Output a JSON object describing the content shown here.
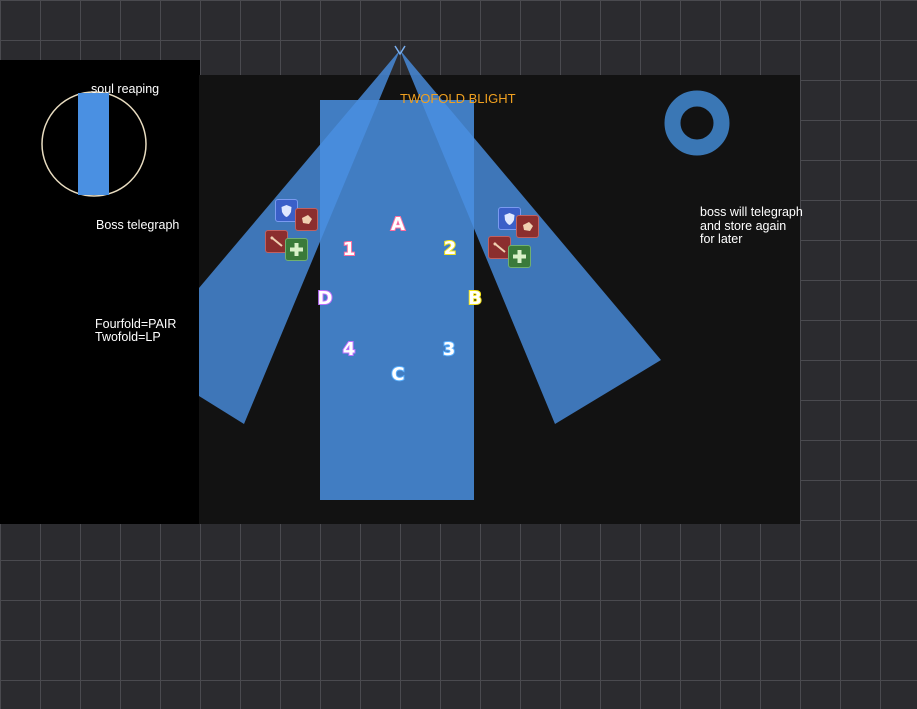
{
  "labels": {
    "soul_reaping": "soul reaping",
    "boss_telegraph": "Boss telegraph",
    "fourfold": "Fourfold=PAIR",
    "twofold": "Twofold=LP",
    "mechanic_title": "TWOFOLD BLIGHT",
    "note_line1": "boss will telegraph",
    "note_line2": "and store again",
    "note_line3": "for later"
  },
  "waymarks": {
    "A": "A",
    "B": "B",
    "C": "C",
    "D": "D",
    "one": "1",
    "two": "2",
    "three": "3",
    "four": "4"
  },
  "colors": {
    "aoe_blue": "#4a90e2",
    "circle_outline": "#e8dcc0",
    "title_orange": "#f0a020",
    "waymark_red": "#ff6fa0",
    "waymark_yellow": "#f5e51c",
    "waymark_blue": "#5ab0ff",
    "waymark_purple": "#c070ff",
    "tank": "#3a5fc8",
    "healer": "#3a7a3a",
    "dps": "#8b2e2e"
  },
  "icons": [
    "tank-shield-icon",
    "melee-dps-fist-icon",
    "ranged-dps-icon",
    "healer-cross-icon",
    "donut-aoe-icon"
  ]
}
